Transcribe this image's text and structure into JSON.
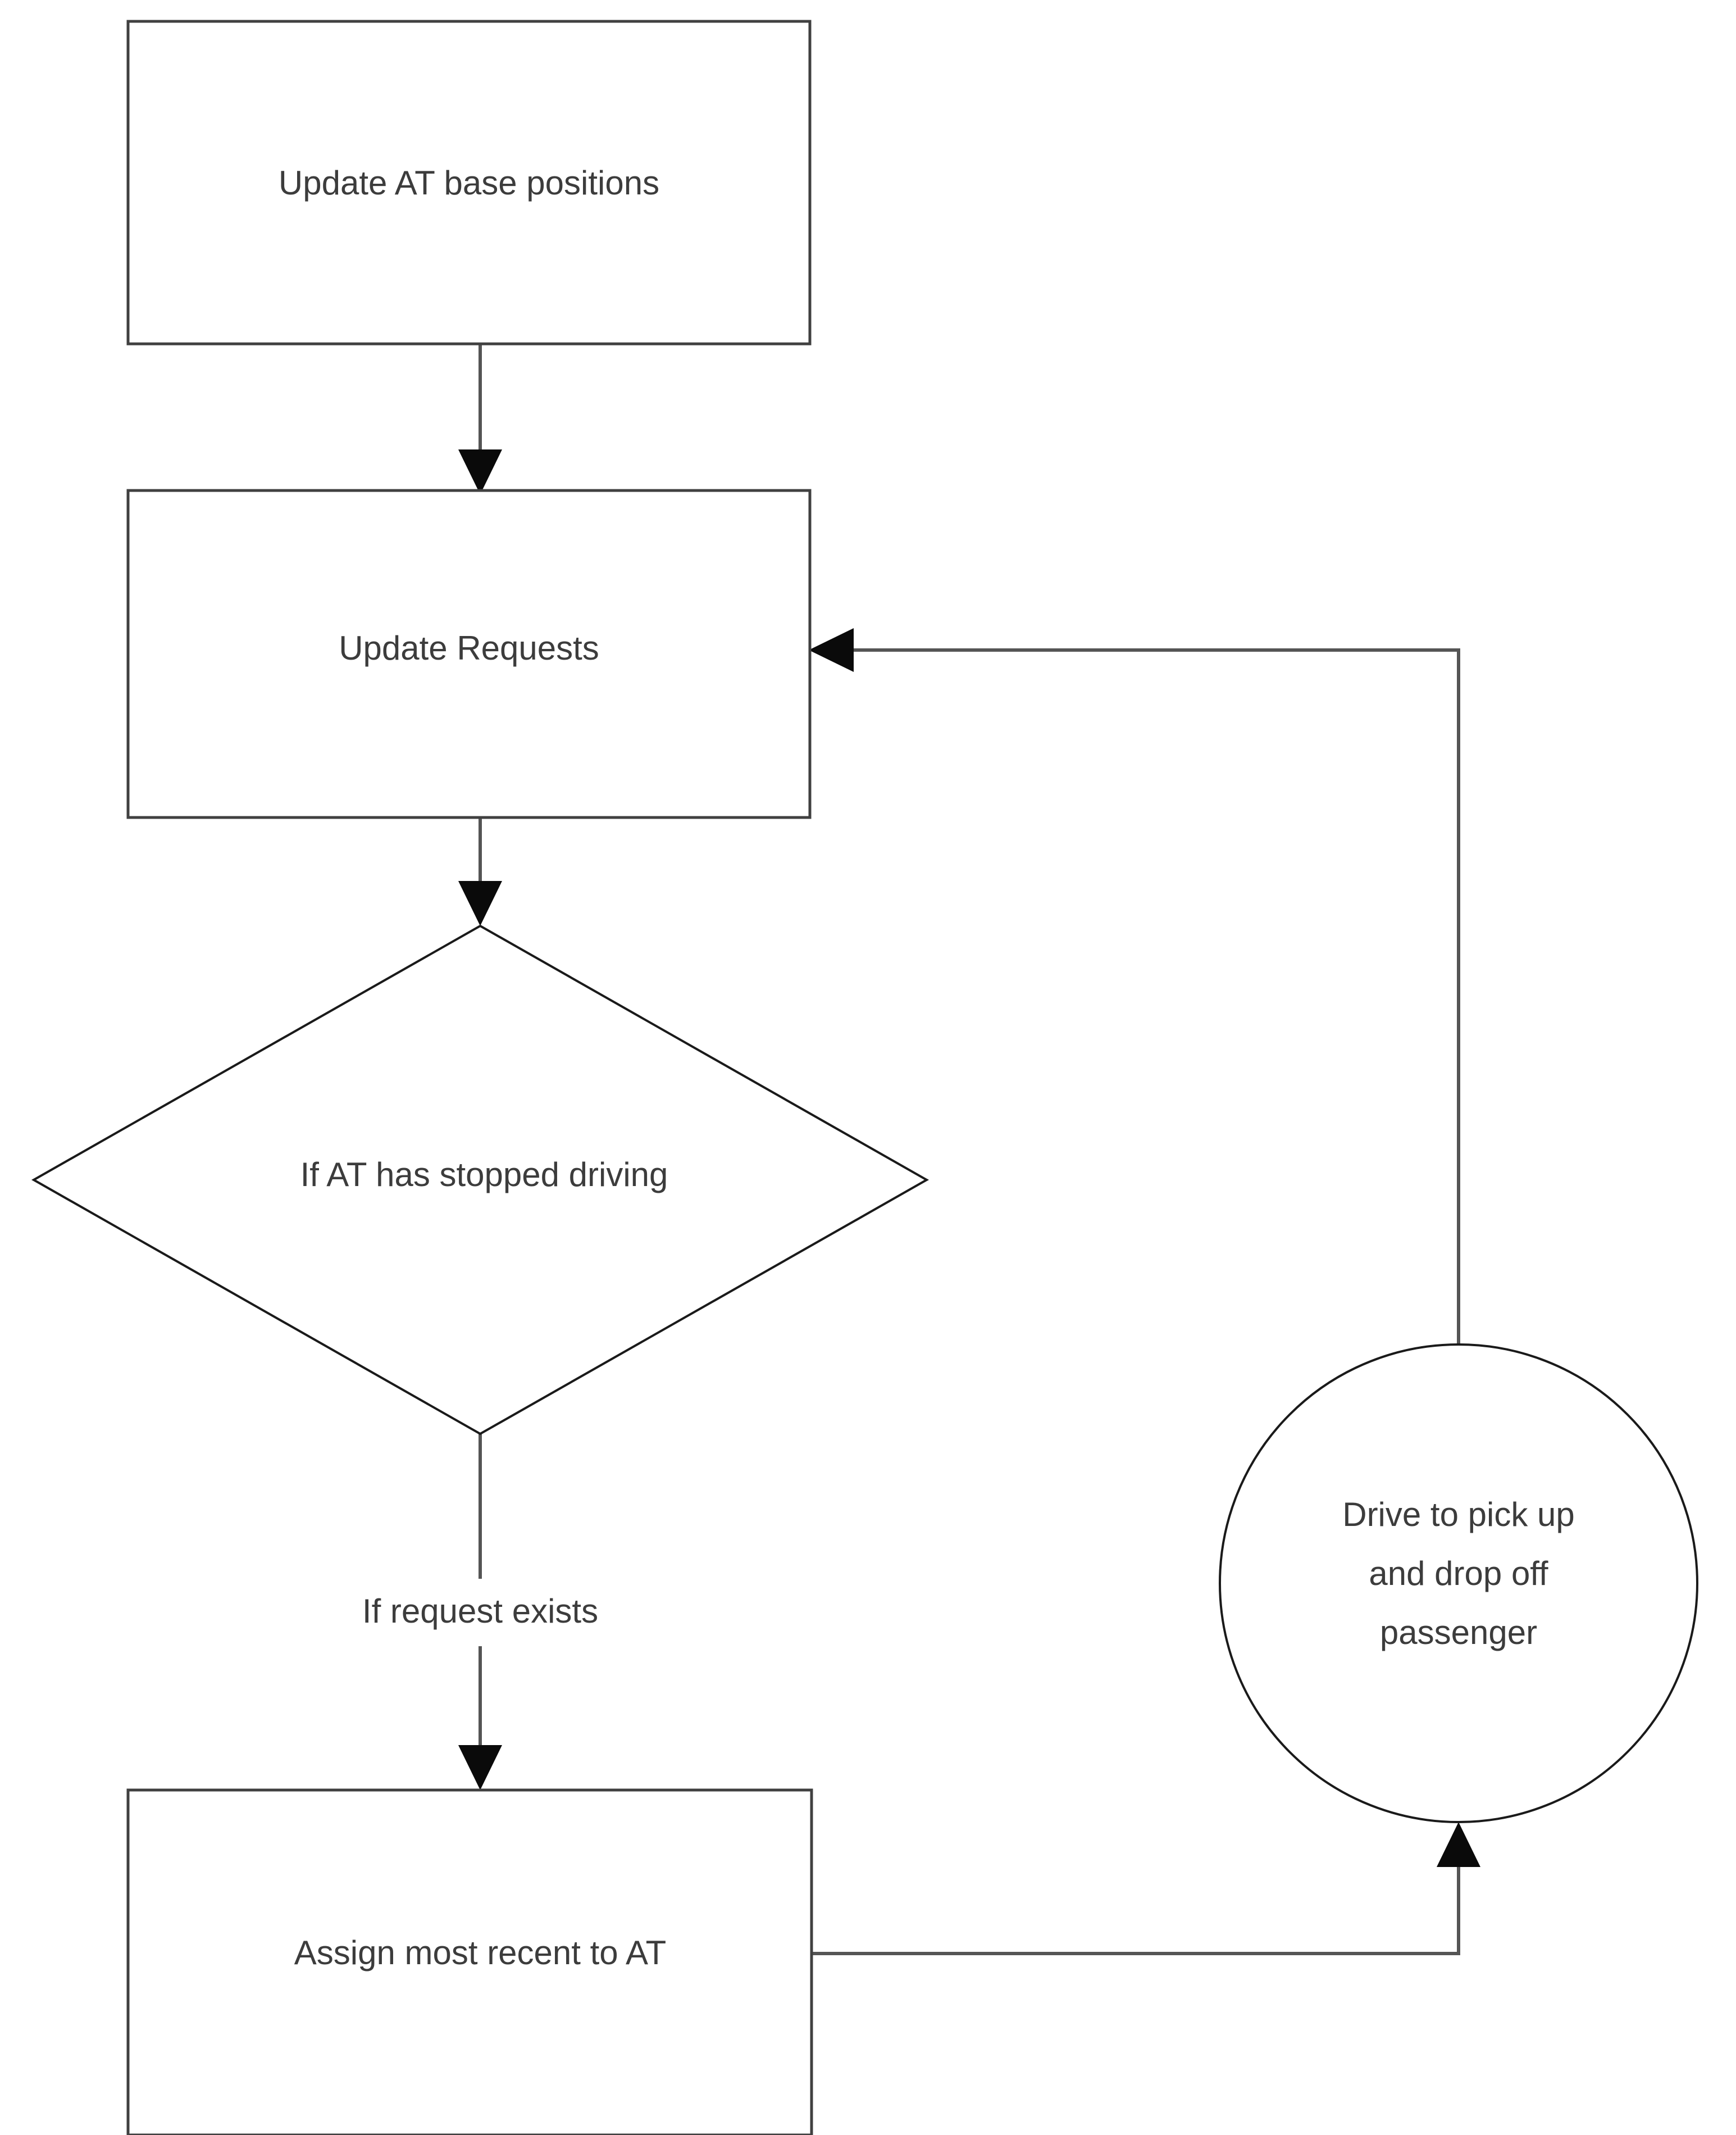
{
  "diagram": {
    "type": "flowchart",
    "background_color": "#ffffff",
    "outline_color": "#404040",
    "text_color": "#3c3c3c",
    "nodes": [
      {
        "id": "update-at-base-positions",
        "shape": "rectangle",
        "label": "Update AT base positions"
      },
      {
        "id": "update-requests",
        "shape": "rectangle",
        "label": "Update Requests"
      },
      {
        "id": "if-at-has-stopped-driving",
        "shape": "diamond",
        "label": "If AT has stopped driving"
      },
      {
        "id": "assign-most-recent-to-at",
        "shape": "rectangle",
        "label": "Assign most recent to AT"
      },
      {
        "id": "drive-to-pick-up-and-drop-off-passenger",
        "shape": "circle",
        "label_line1": "Drive to pick up",
        "label_line2": "and drop off",
        "label_line3": "passenger"
      }
    ],
    "edges": [
      {
        "id": "edge-base-positions-to-requests",
        "from": "update-at-base-positions",
        "to": "update-requests",
        "label": ""
      },
      {
        "id": "edge-requests-to-decision",
        "from": "update-requests",
        "to": "if-at-has-stopped-driving",
        "label": ""
      },
      {
        "id": "edge-decision-to-assign",
        "from": "if-at-has-stopped-driving",
        "to": "assign-most-recent-to-at",
        "label": "If request exists"
      },
      {
        "id": "edge-assign-to-drive",
        "from": "assign-most-recent-to-at",
        "to": "drive-to-pick-up-and-drop-off-passenger",
        "label": ""
      },
      {
        "id": "edge-drive-to-requests",
        "from": "drive-to-pick-up-and-drop-off-passenger",
        "to": "update-requests",
        "label": ""
      }
    ]
  }
}
